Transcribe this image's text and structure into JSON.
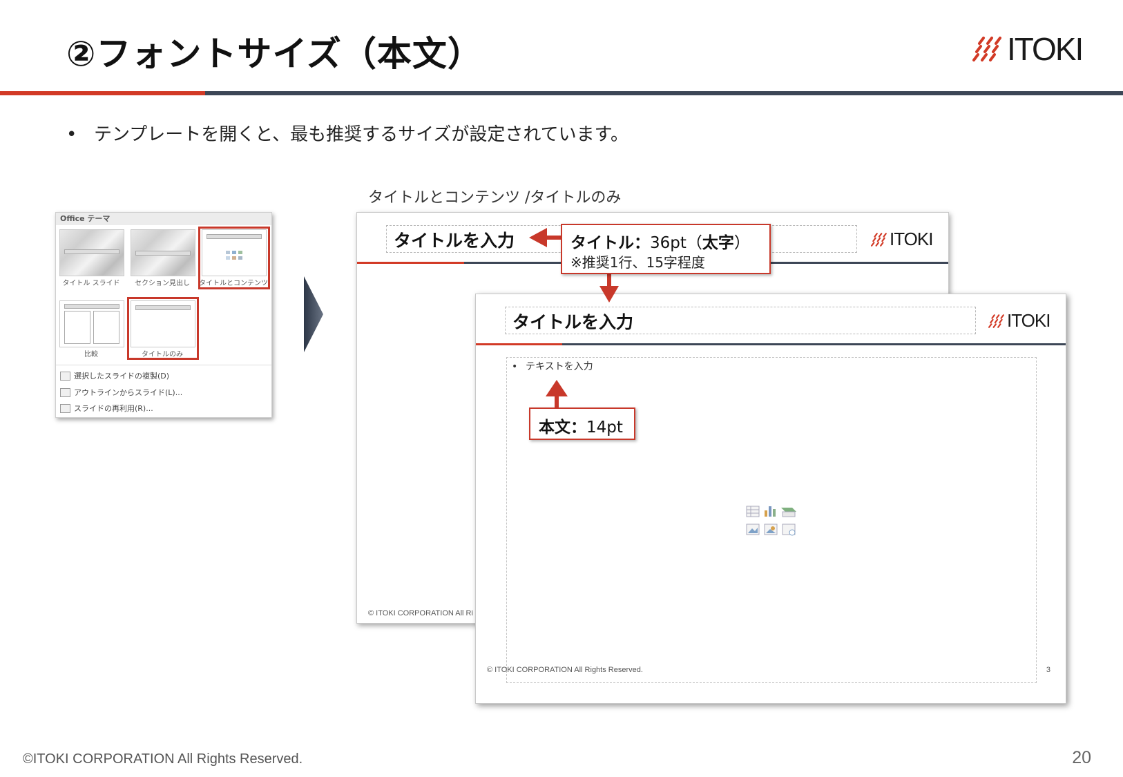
{
  "header": {
    "title": "②フォントサイズ（本文）",
    "logo_text": "ITOKI"
  },
  "bullet": {
    "marker": "•",
    "text": "テンプレートを開くと、最も推奨するサイズが設定されています。"
  },
  "gallery": {
    "heading": "Office テーマ",
    "layouts": [
      {
        "label": "タイトル スライド",
        "selected": false
      },
      {
        "label": "セクション見出し",
        "selected": false
      },
      {
        "label": "タイトルとコンテンツ",
        "selected": true
      },
      {
        "label": "比較",
        "selected": false
      },
      {
        "label": "タイトルのみ",
        "selected": true
      }
    ],
    "menu": [
      "選択したスライドの複製(D)",
      "アウトラインからスライド(L)...",
      "スライドの再利用(R)..."
    ]
  },
  "preview_caption": "タイトルとコンテンツ /タイトルのみ",
  "back_slide": {
    "title_placeholder": "タイトルを入力",
    "logo_text": "ITOKI",
    "footer": "© ITOKI CORPORATION All Ri"
  },
  "front_slide": {
    "title_placeholder": "タイトルを入力",
    "logo_text": "ITOKI",
    "body_placeholder": "テキストを入力",
    "footer": "© ITOKI CORPORATION All Rights Reserved.",
    "page_number": "3"
  },
  "callout_title": {
    "label": "タイトル：",
    "size": "36pt（",
    "weight": "太字",
    "close": "）",
    "note": "※推奨1行、15字程度"
  },
  "callout_body": {
    "label": "本文：",
    "size": "14pt"
  },
  "footer": {
    "copyright": "©ITOKI CORPORATION All Rights Reserved.",
    "page_number": "20"
  },
  "colors": {
    "accent_red": "#d23a26",
    "rule_dark": "#3c4656",
    "callout_border": "#c8382a"
  }
}
